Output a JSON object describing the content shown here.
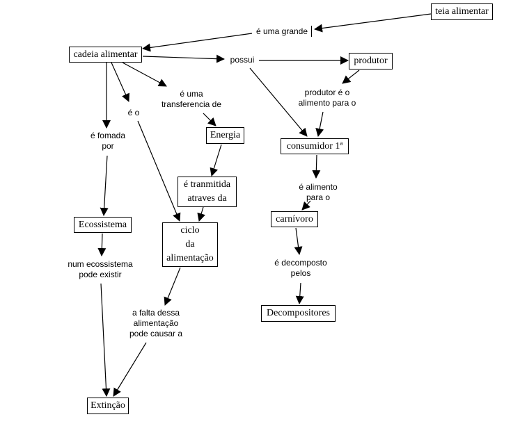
{
  "diagram": {
    "type": "concept-map",
    "nodes": [
      {
        "id": "teia",
        "text": "teia alimentar"
      },
      {
        "id": "cadeia",
        "text": "cadeia alimentar"
      },
      {
        "id": "produtor",
        "text": "produtor"
      },
      {
        "id": "energia",
        "text": "Energia"
      },
      {
        "id": "consumidor",
        "text": "consumidor 1ª"
      },
      {
        "id": "tranmitida",
        "text": "é tranmitida\natraves da"
      },
      {
        "id": "ecossistema",
        "text": "Ecossistema"
      },
      {
        "id": "ciclo",
        "text": "ciclo\nda\nalimentação"
      },
      {
        "id": "carnivoro",
        "text": "carnívoro"
      },
      {
        "id": "decompositores",
        "text": "Decompositores"
      },
      {
        "id": "extincao",
        "text": "Extinção"
      }
    ],
    "link_labels": [
      {
        "id": "e_uma_grande",
        "text": "é uma grande"
      },
      {
        "id": "possui",
        "text": "possui"
      },
      {
        "id": "e_uma_transferencia",
        "text": "é uma\ntransferencia de"
      },
      {
        "id": "e_o",
        "text": "é o"
      },
      {
        "id": "e_fomada_por",
        "text": "é fomada\npor"
      },
      {
        "id": "produtor_e_o_alimento",
        "text": "produtor é o\nalimento para o"
      },
      {
        "id": "e_alimento_para_o",
        "text": "é alimento\npara o"
      },
      {
        "id": "e_decomposto_pelos",
        "text": "é decomposto\npelos"
      },
      {
        "id": "num_ecossistema",
        "text": "num  ecossistema\npode existir"
      },
      {
        "id": "a_falta_dessa",
        "text": "a falta dessa\nalimentação\npode causar a"
      }
    ],
    "connections": [
      {
        "from": "teia",
        "to": "e_uma_grande"
      },
      {
        "from": "e_uma_grande",
        "to": "cadeia"
      },
      {
        "from": "cadeia",
        "to": "possui"
      },
      {
        "from": "possui",
        "to": "produtor"
      },
      {
        "from": "possui",
        "to": "consumidor"
      },
      {
        "from": "cadeia",
        "to": "e_uma_transferencia"
      },
      {
        "from": "e_uma_transferencia",
        "to": "energia"
      },
      {
        "from": "energia",
        "to": "tranmitida"
      },
      {
        "from": "tranmitida",
        "to": "ciclo"
      },
      {
        "from": "cadeia",
        "to": "e_o"
      },
      {
        "from": "e_o",
        "to": "ciclo"
      },
      {
        "from": "cadeia",
        "to": "e_fomada_por"
      },
      {
        "from": "e_fomada_por",
        "to": "ecossistema"
      },
      {
        "from": "produtor",
        "to": "produtor_e_o_alimento"
      },
      {
        "from": "produtor_e_o_alimento",
        "to": "consumidor"
      },
      {
        "from": "consumidor",
        "to": "e_alimento_para_o"
      },
      {
        "from": "e_alimento_para_o",
        "to": "carnivoro"
      },
      {
        "from": "carnivoro",
        "to": "e_decomposto_pelos"
      },
      {
        "from": "e_decomposto_pelos",
        "to": "decompositores"
      },
      {
        "from": "ecossistema",
        "to": "num_ecossistema"
      },
      {
        "from": "num_ecossistema",
        "to": "extincao"
      },
      {
        "from": "ciclo",
        "to": "a_falta_dessa"
      },
      {
        "from": "a_falta_dessa",
        "to": "extincao"
      }
    ]
  }
}
